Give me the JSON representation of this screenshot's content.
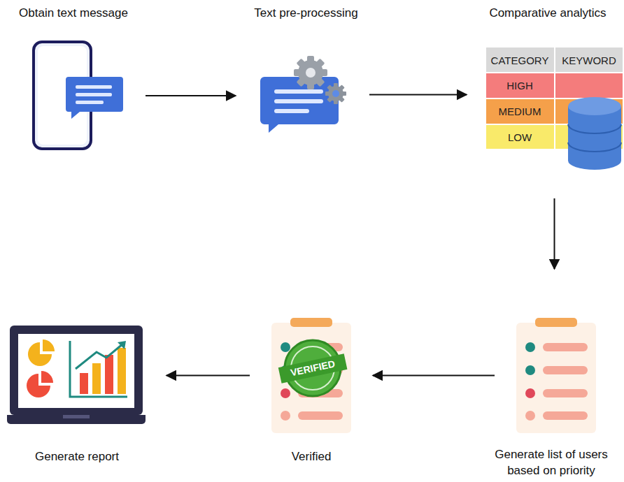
{
  "diagram": {
    "nodes": [
      {
        "text": [
          "Obtain text message"
        ]
      },
      {
        "text": [
          "Text pre-processing"
        ]
      },
      {
        "text": [
          "Comparative analytics"
        ]
      },
      {
        "text": [
          "Generate list of users based on priority"
        ]
      },
      {
        "text": [
          "Verified"
        ]
      },
      {
        "text": [
          "Generate report"
        ]
      }
    ],
    "edges": [
      {
        "from": 0,
        "to": 1,
        "arrow": "to"
      },
      {
        "from": 1,
        "to": 2,
        "arrow": "to"
      },
      {
        "from": 2,
        "to": 3,
        "arrow": "to"
      },
      {
        "from": 3,
        "to": 4,
        "arrow": "to"
      },
      {
        "from": 4,
        "to": 5,
        "arrow": "to"
      }
    ],
    "labels": [
      "CATEGORY",
      "KEYWORD",
      "HIGH",
      "MEDIUM",
      "LOW",
      "VERIFIED"
    ]
  }
}
